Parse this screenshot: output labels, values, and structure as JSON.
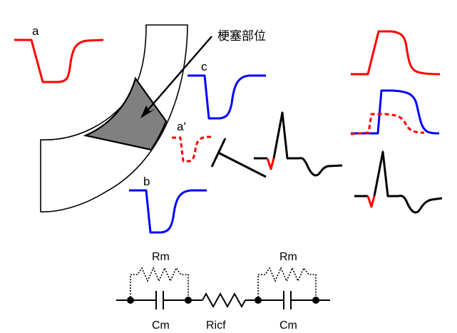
{
  "labels": {
    "infarct_site": "梗塞部位",
    "a": "a",
    "a_prime": "a'",
    "b": "b",
    "c": "c"
  },
  "circuit": {
    "left_rm": "Rm",
    "left_cm": "Cm",
    "ricf": "Ricf",
    "right_rm": "Rm",
    "right_cm": "Cm"
  },
  "colors": {
    "red": "#ff0000",
    "blue": "#0000ff",
    "black": "#000000",
    "infarct_fill": "#808080"
  }
}
